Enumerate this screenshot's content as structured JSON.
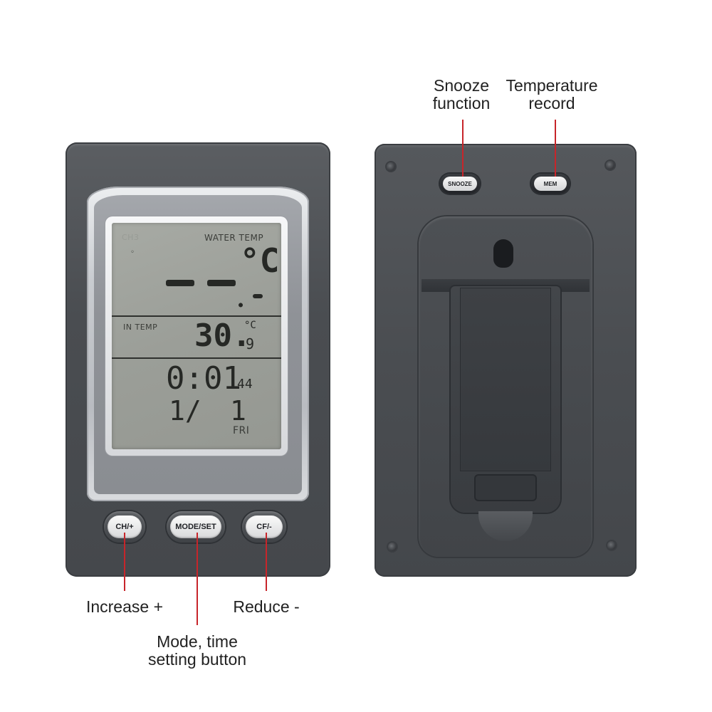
{
  "front_device": {
    "lcd": {
      "channel_label": "CH3",
      "water_temp_label": "WATER TEMP",
      "water_temp_value": "- -",
      "water_temp_unit": "°C",
      "in_temp_label": "IN TEMP",
      "in_temp_value": "30.",
      "in_temp_decimal": "9",
      "in_temp_unit": "°C",
      "time_value": "0:01",
      "seconds_value": "44",
      "date_month": "1/",
      "date_day": "1",
      "weekday": "FRI"
    },
    "buttons": {
      "ch": "CH/+",
      "mode": "MODE/SET",
      "cf": "CF/-"
    }
  },
  "back_device": {
    "buttons": {
      "snooze": "SNOOZE",
      "mem": "MEM"
    }
  },
  "callouts": {
    "snooze_line1": "Snooze",
    "snooze_line2": "function",
    "temp_line1": "Temperature",
    "temp_line2": "record",
    "increase": "Increase +",
    "mode_line1": "Mode, time",
    "mode_line2": "setting button",
    "reduce": "Reduce -"
  },
  "colors": {
    "callout_line": "#c7252a",
    "case": "#4a4d51",
    "lcd": "#9b9e98"
  }
}
